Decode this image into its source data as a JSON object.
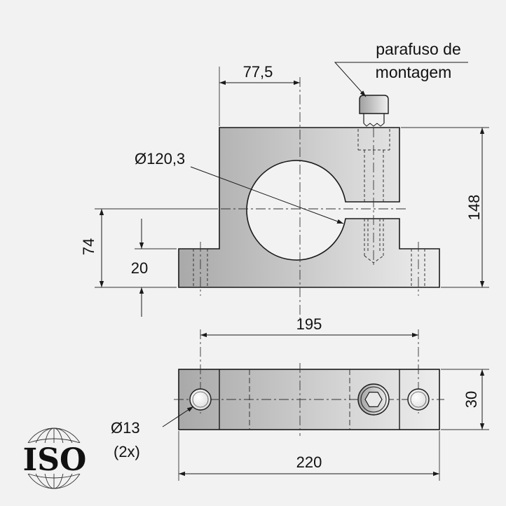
{
  "drawing": {
    "label_screw_line1": "parafuso de",
    "label_screw_line2": "montagem",
    "dim_slot_width": "77,5",
    "dim_bore_diameter": "Ø120,3",
    "dim_total_height": "148",
    "dim_center_height": "74",
    "dim_base_thickness": "20",
    "dim_hole_spacing": "195",
    "dim_total_length": "220",
    "dim_depth": "30",
    "dim_hole_diameter": "Ø13",
    "dim_hole_count": "(2x)"
  },
  "logo": {
    "text": "ISO"
  },
  "colors": {
    "background": "#f2f2f2",
    "line": "#1a1a1a",
    "part_fill_light": "#e2e2e2",
    "part_fill_dark": "#a8a8a8"
  }
}
